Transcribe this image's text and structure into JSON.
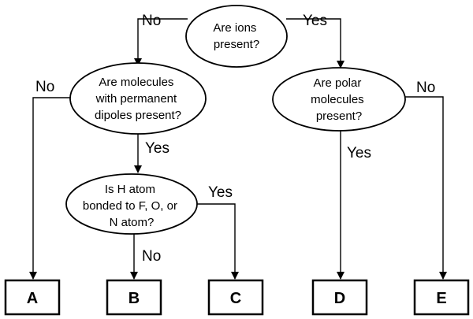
{
  "questions": {
    "ions": [
      "Are ions",
      "present?"
    ],
    "dipoles": [
      "Are molecules",
      "with permanent",
      "dipoles present?"
    ],
    "polar": [
      "Are polar",
      "molecules",
      "present?"
    ],
    "hbond": [
      "Is H atom",
      "bonded to F, O, or",
      "N atom?"
    ]
  },
  "edge_labels": {
    "ions_no": "No",
    "ions_yes": "Yes",
    "dipoles_no": "No",
    "dipoles_yes": "Yes",
    "polar_no": "No",
    "polar_yes": "Yes",
    "hbond_yes": "Yes",
    "hbond_no": "No"
  },
  "outcomes": {
    "a": "A",
    "b": "B",
    "c": "C",
    "d": "D",
    "e": "E"
  },
  "colors": {
    "stroke": "#000000",
    "fill": "#ffffff",
    "text": "#000000"
  }
}
